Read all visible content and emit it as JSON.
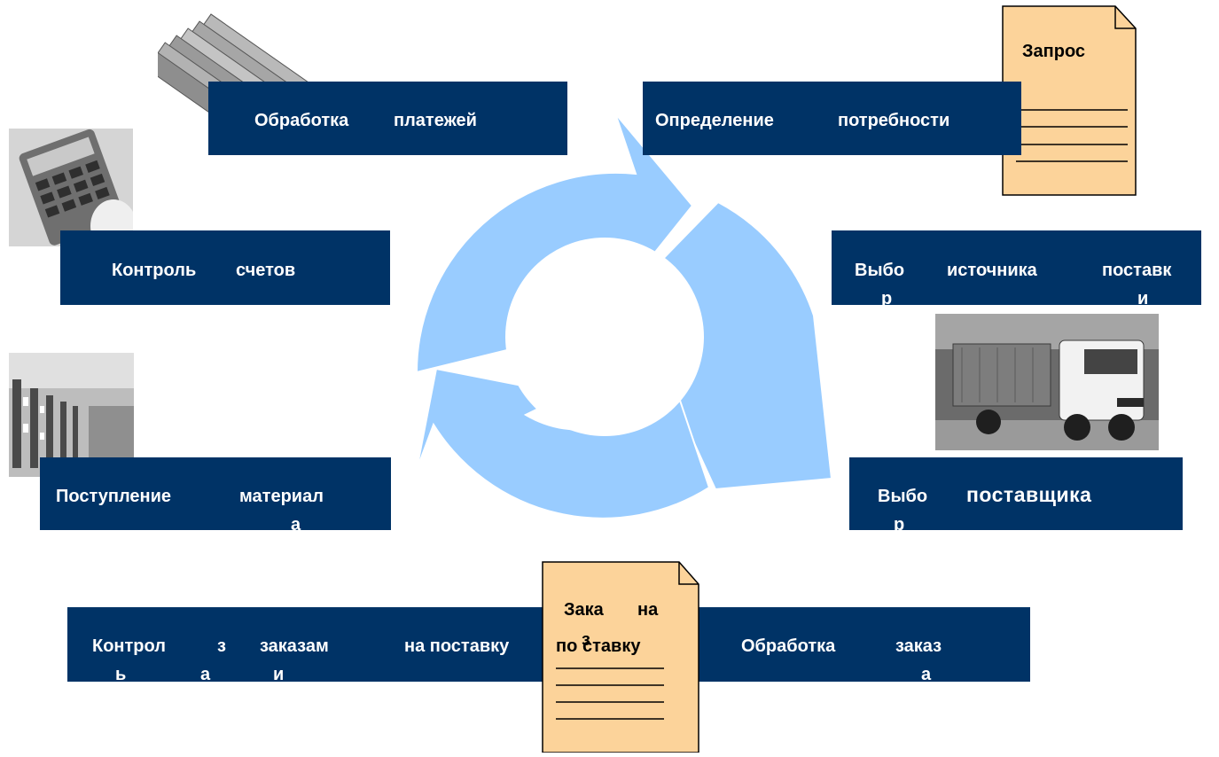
{
  "diagram": {
    "docs": {
      "request": {
        "title": "Запрос"
      },
      "order": {
        "line1_a": "Зака",
        "line1_b": "на",
        "line2_a": "по",
        "line2_b": "ставку",
        "overlap": "з"
      }
    },
    "steps": {
      "need": {
        "w1": "Определение",
        "w2": "потребности"
      },
      "source": {
        "w1": "Выбо",
        "w1b": "р",
        "w2": "источника",
        "w3": "поставк",
        "w3b": "и"
      },
      "supplier": {
        "w1": "Выбо",
        "w1b": "р",
        "w2": "поставщика"
      },
      "order_proc": {
        "w1": "Обработка",
        "w2": "заказ",
        "w2b": "а"
      },
      "order_ctrl": {
        "w1": "Контрол",
        "w1b": "ь",
        "w2": "з",
        "w2b": "а",
        "w3": "заказам",
        "w3b": "и",
        "w4": "на поставку"
      },
      "receipt": {
        "w1": "Поступление",
        "w2": "материал",
        "w2b": "а"
      },
      "invoice": {
        "w1": "Контроль",
        "w2": "счетов"
      },
      "payment": {
        "w1": "Обработка",
        "w2": "платежей"
      }
    },
    "colors": {
      "box": "#003366",
      "arrow": "#99ccff",
      "document": "#fcd39a",
      "text_on_box": "#ffffff"
    },
    "icons": {
      "cycle": "circular-arrows-icon",
      "money": "banknotes-photo",
      "calculator": "calculator-photo",
      "warehouse": "warehouse-photo",
      "truck": "truck-photo"
    }
  }
}
